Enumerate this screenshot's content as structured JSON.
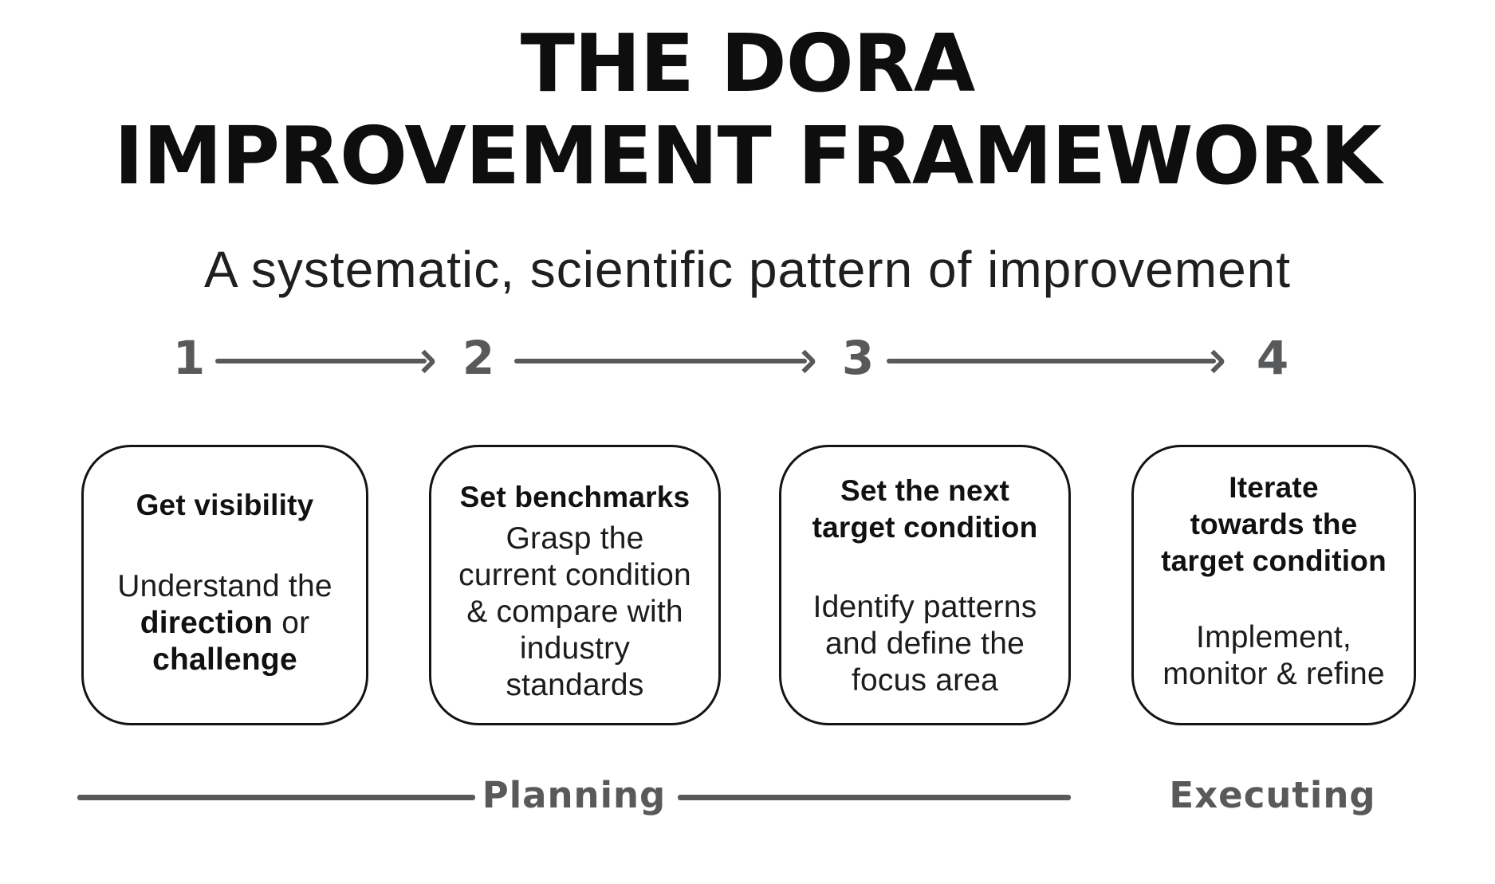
{
  "title": {
    "line1": "THE DORA",
    "line2": "IMPROVEMENT FRAMEWORK"
  },
  "subtitle": "A systematic, scientific pattern of improvement",
  "steps": [
    {
      "number": "1",
      "heading": "Get visibility",
      "body_rich": [
        {
          "t": "Understand the\n"
        },
        {
          "t": "direction",
          "b": true
        },
        {
          "t": " or\n"
        },
        {
          "t": "challenge",
          "b": true
        }
      ]
    },
    {
      "number": "2",
      "heading": "Set benchmarks",
      "body": "Grasp the\ncurrent condition\n& compare with\nindustry\nstandards"
    },
    {
      "number": "3",
      "heading": "Set the next\ntarget condition",
      "body": "Identify patterns\nand define the\nfocus area"
    },
    {
      "number": "4",
      "heading": "Iterate\ntowards the\ntarget condition",
      "body": "Implement,\nmonitor & refine"
    }
  ],
  "phases": {
    "planning": "Planning",
    "executing": "Executing"
  },
  "colors": {
    "ink": "#111111",
    "body_text": "#1c1c1c",
    "muted": "#58595b",
    "background": "#ffffff"
  }
}
